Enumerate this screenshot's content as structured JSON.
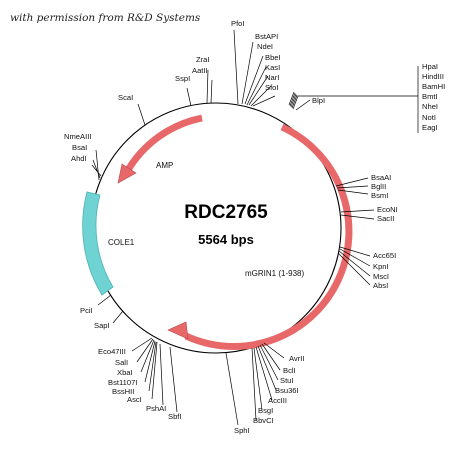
{
  "credit": "with permission from R&D Systems",
  "plasmid": {
    "name": "RDC2765",
    "size": "5564 bps"
  },
  "features": {
    "amp": "AMP",
    "cole1": "COLE1",
    "mgrin1": "mGRIN1 (1-938)"
  },
  "colors": {
    "amp_arrow": "#e8686a",
    "mgrin1_arrow": "#e8686a",
    "cole1_block": "#6fd3d3"
  },
  "sites": {
    "top_center": [
      "PfoI",
      "BstAPI",
      "NdeI",
      "BbeI",
      "KasI",
      "NarI",
      "SfoI"
    ],
    "top_left_a": [
      "ZraI",
      "AatII"
    ],
    "top_left_b": "SspI",
    "scai": "ScaI",
    "left_cluster": [
      "NmeAIII",
      "BsaI",
      "AhdI"
    ],
    "pcii": "PciI",
    "sapi": "SapI",
    "mcs": [
      "HpaI",
      "HindIII",
      "BamHI",
      "BmtI",
      "NheI",
      "NotI",
      "EagI"
    ],
    "blpi": "BlpI",
    "right_a": [
      "BsaAI",
      "BglII",
      "BsmI"
    ],
    "right_b": [
      "EcoNI",
      "SacII"
    ],
    "right_c": [
      "Acc65I",
      "KpnI",
      "MscI",
      "AbsI"
    ],
    "bottom_right": [
      "AvrII",
      "BclI",
      "StuI",
      "Bsu36I",
      "AccIII",
      "BsgI",
      "BbvCI"
    ],
    "bottom_left": [
      "Eco47III",
      "SalI",
      "XbaI",
      "Bst1107I",
      "BssHII",
      "AscI",
      "PshAI",
      "SbfI"
    ],
    "sphi": "SphI"
  }
}
